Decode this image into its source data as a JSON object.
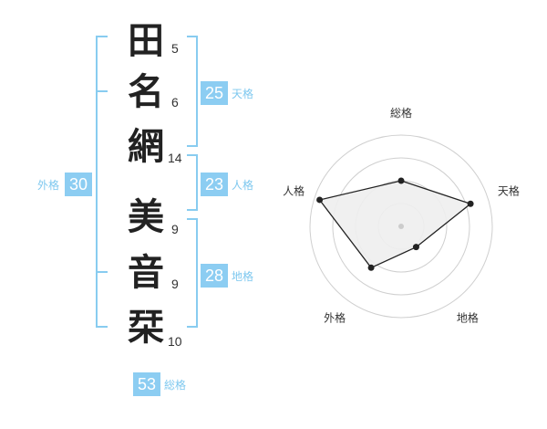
{
  "name": {
    "characters": [
      {
        "char": "田",
        "strokes": "5"
      },
      {
        "char": "名",
        "strokes": "6"
      },
      {
        "char": "網",
        "strokes": "14"
      },
      {
        "char": "美",
        "strokes": "9"
      },
      {
        "char": "音",
        "strokes": "9"
      },
      {
        "char": "栞",
        "strokes": "10"
      }
    ]
  },
  "kakusu": {
    "tenkaku": {
      "value": "25",
      "label": "天格"
    },
    "jinkaku": {
      "value": "23",
      "label": "人格"
    },
    "chikaku": {
      "value": "28",
      "label": "地格"
    },
    "gaikaku": {
      "value": "30",
      "label": "外格"
    },
    "soukaku": {
      "value": "53",
      "label": "総格"
    }
  },
  "chart_data": {
    "type": "radar",
    "axes": [
      "総格",
      "天格",
      "地格",
      "外格",
      "人格"
    ],
    "values": [
      2.5,
      4.0,
      1.4,
      2.8,
      4.7
    ],
    "max": 5,
    "rings": 4,
    "fill_color": "#eeeeee",
    "line_color": "#222222"
  },
  "colors": {
    "accent": "#8ccdf2",
    "accent_text": "#7ec8ef",
    "bracket": "#88ccf0",
    "ring": "#cfcfcf"
  }
}
